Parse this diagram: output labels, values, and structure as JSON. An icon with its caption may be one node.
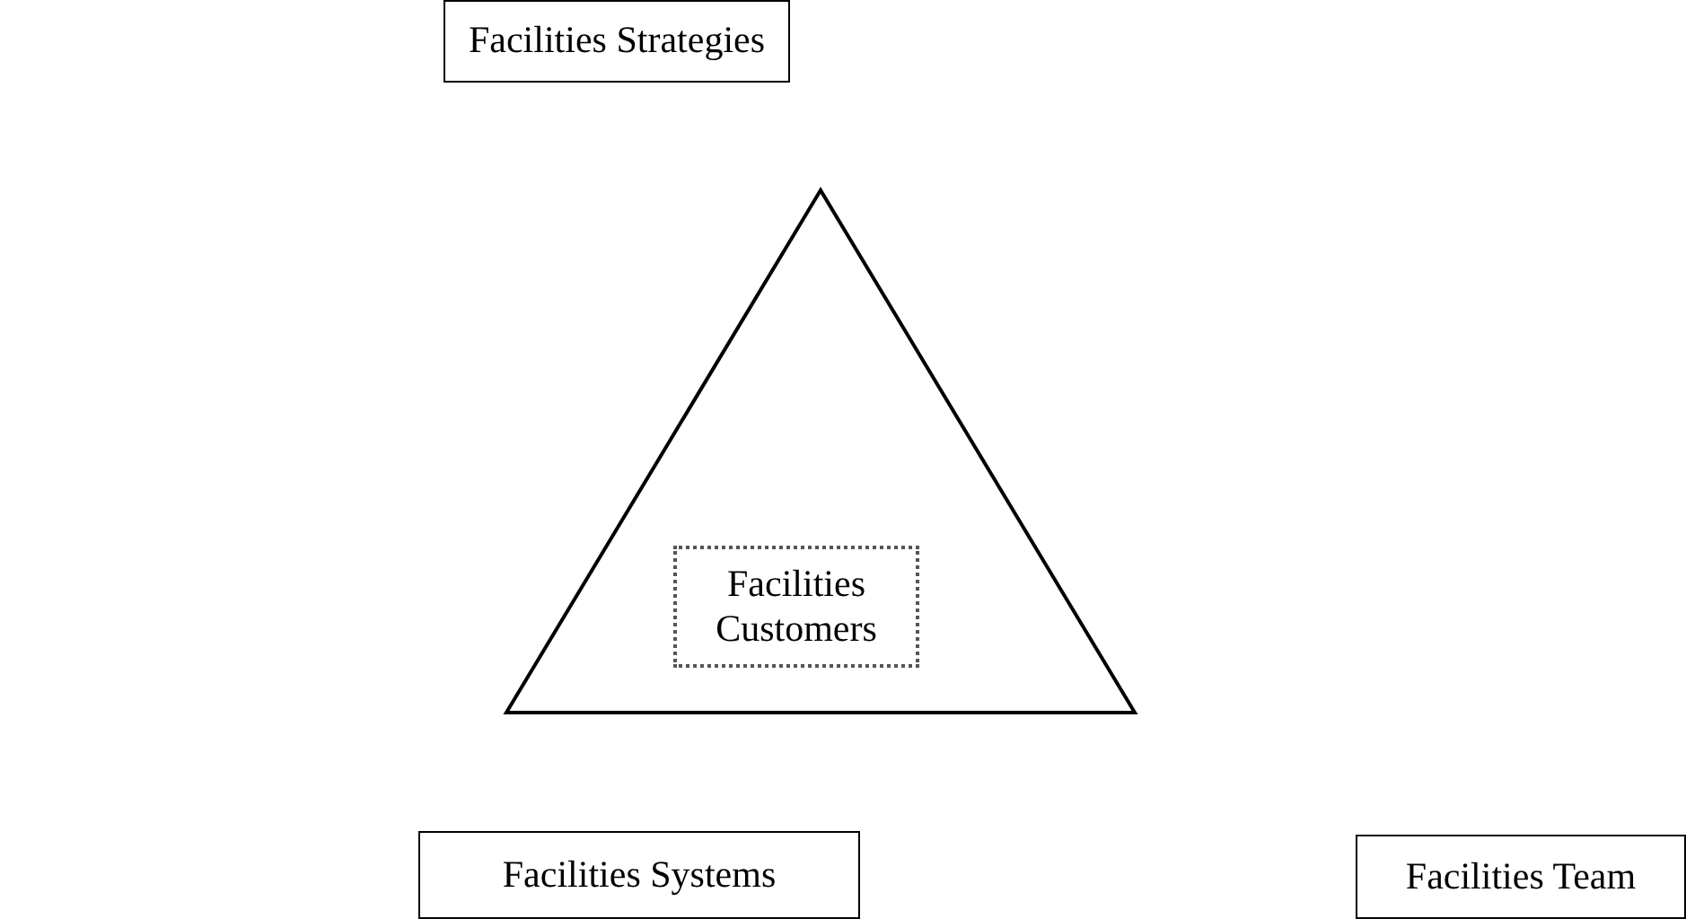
{
  "diagram": {
    "nodes": [
      {
        "text": [
          "Facilities Strategies"
        ]
      },
      {
        "text": [],
        "shape": "triangle"
      },
      {
        "text": [
          "Facilities Customers"
        ],
        "in": 1
      },
      {
        "text": [
          "Facilities Systems"
        ]
      },
      {
        "text": [
          "Facilities Team"
        ]
      }
    ]
  }
}
